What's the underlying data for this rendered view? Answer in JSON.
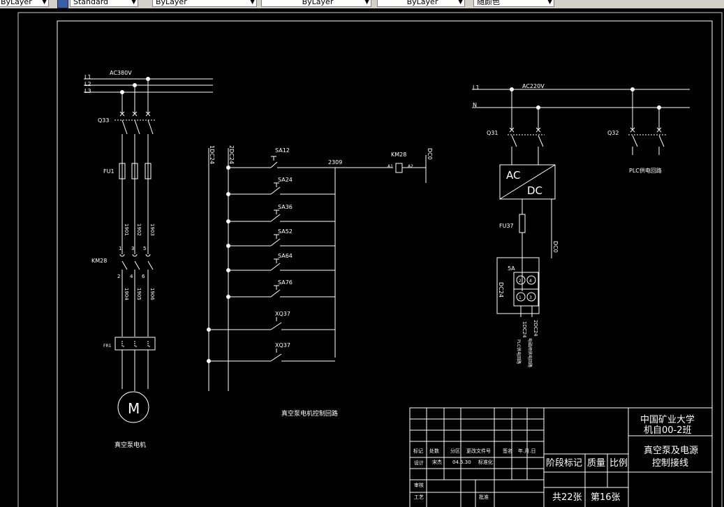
{
  "toolbar": {
    "layer_value": "ByLayer",
    "style_value": "Standard",
    "color_value": "ByLayer",
    "linetype_value": "ByLayer",
    "lineweight_value": "ByLayer",
    "plotstyle_value": "随颜色"
  },
  "left_motor": {
    "source_label": "AC380V",
    "phases": [
      "L1",
      "L2",
      "L3"
    ],
    "breaker": "Q33",
    "fuse": "FU1",
    "wires_upper": [
      "1901",
      "1902",
      "1903"
    ],
    "contactor": "KM28",
    "terminals_top": [
      "1",
      "3",
      "5"
    ],
    "terminals_bottom": [
      "2",
      "4",
      "6"
    ],
    "wires_lower": [
      "1904",
      "1905",
      "1906"
    ],
    "overload": "FR1",
    "motor_symbol": "M",
    "caption": "真空泵电机"
  },
  "control": {
    "bus_left": "1DC24",
    "bus_right": "2DC24",
    "switches": [
      "SA12",
      "SA24",
      "SA36",
      "SA52",
      "SA64",
      "SA76"
    ],
    "limits": [
      "XQ37",
      "XQ37"
    ],
    "node": "2309",
    "coil": "KM28",
    "coil_a1": "A1",
    "coil_a2": "A2",
    "return": "DC0",
    "caption": "真空泵电机控制回路"
  },
  "power": {
    "l_label": "L1",
    "source_label": "AC220V",
    "n_label": "N",
    "breaker": "Q31",
    "breaker2": "Q32",
    "converter_ac": "AC",
    "converter_dc": "DC",
    "fuse": "FU37",
    "dc_out": "DC0",
    "bus_dc": "DC24",
    "terminal_block": "5A",
    "term_nums": [
      "2",
      "4",
      "1",
      "3"
    ],
    "out1": "1DC24",
    "out1_dest": "PLC供电回路",
    "out2": "2DC24",
    "out2_dest": "电磁阀供电回路",
    "plc_caption": "PLC供电回路"
  },
  "title_block": {
    "university": "中国矿业大学",
    "class": "机自00-2班",
    "drawing_title_1": "真空泵及电源",
    "drawing_title_2": "控制接线",
    "header_cells": [
      "标记",
      "处数",
      "分区",
      "更改文件号",
      "签名",
      "年.月.日"
    ],
    "design_label": "设计",
    "designer": "宋杰",
    "design_date": "04.5.30",
    "std_label": "标准化",
    "review_label": "审核",
    "process_label": "工艺",
    "approve_label": "批准",
    "stage_label": "阶段标记",
    "weight_label": "质量",
    "scale_label": "比例",
    "total_sheets": "共22张",
    "sheet_no": "第16张"
  }
}
